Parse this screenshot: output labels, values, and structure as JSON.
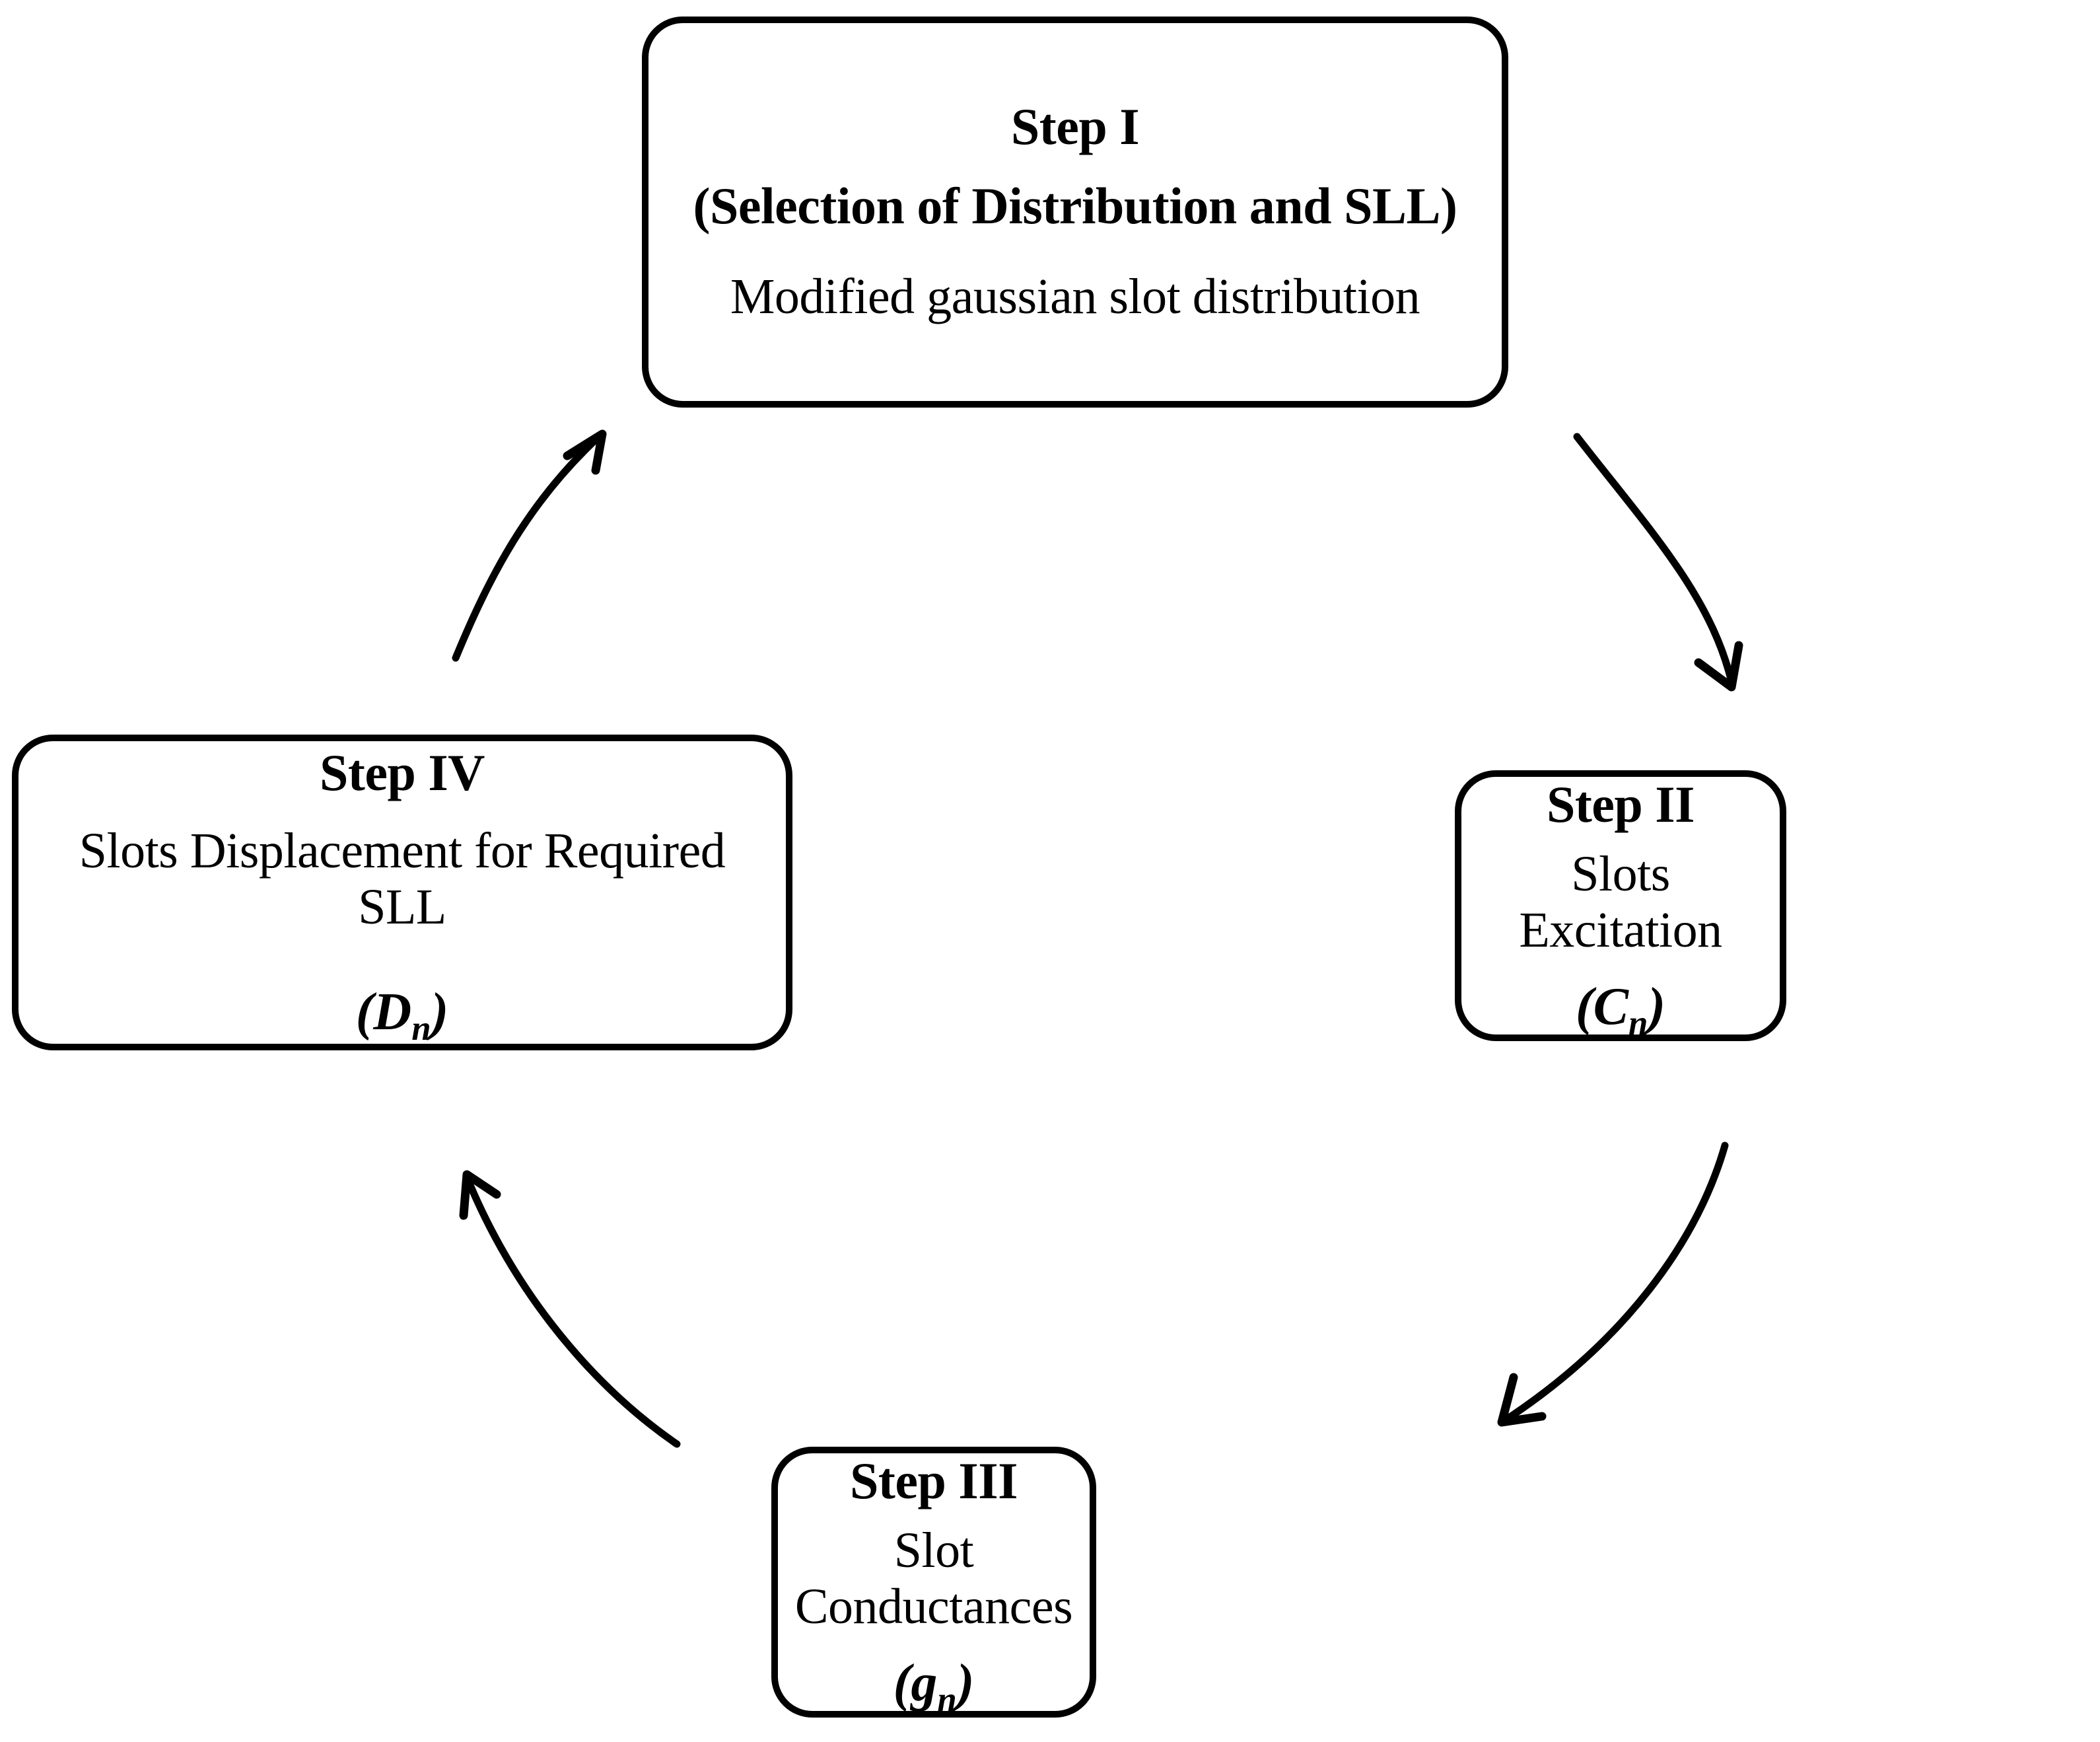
{
  "diagram": {
    "title": "Four-step slotted waveguide array design cycle",
    "background_color": "#ffffff",
    "line_color": "#000000",
    "layout": "cyclic clockwise loop of four rounded rectangles"
  },
  "steps": [
    {
      "id": "step-1",
      "position": "top",
      "title": "Step I",
      "subtitle": "(Selection of Distribution and SLL)",
      "body": "Modified gaussian slot distribution",
      "symbol": "",
      "symbol_sub": ""
    },
    {
      "id": "step-2",
      "position": "right",
      "title": "Step II",
      "subtitle": "",
      "body": "Slots Excitation",
      "symbol_open": "(C",
      "symbol_sub": "n",
      "symbol_close": ")"
    },
    {
      "id": "step-3",
      "position": "bottom",
      "title": "Step III",
      "subtitle": "",
      "body": "Slot Conductances",
      "symbol_open": "(g",
      "symbol_sub": "n",
      "symbol_close": ")"
    },
    {
      "id": "step-4",
      "position": "left",
      "title": "Step IV",
      "subtitle": "",
      "body": "Slots Displacement for Required SLL",
      "symbol_open": "(D",
      "symbol_sub": "n",
      "symbol_close": ")"
    }
  ],
  "arrows": [
    {
      "id": "arrow-step1-step2",
      "from": "Step I",
      "to": "Step II",
      "direction": "down-right",
      "style": "curved-open-head"
    },
    {
      "id": "arrow-step2-step3",
      "from": "Step II",
      "to": "Step III",
      "direction": "down-left",
      "style": "curved-open-head"
    },
    {
      "id": "arrow-step3-step4",
      "from": "Step III",
      "to": "Step IV",
      "direction": "up-left",
      "style": "curved-open-head"
    },
    {
      "id": "arrow-step4-step1",
      "from": "Step IV",
      "to": "Step I",
      "direction": "up-right",
      "style": "curved-open-head"
    }
  ]
}
